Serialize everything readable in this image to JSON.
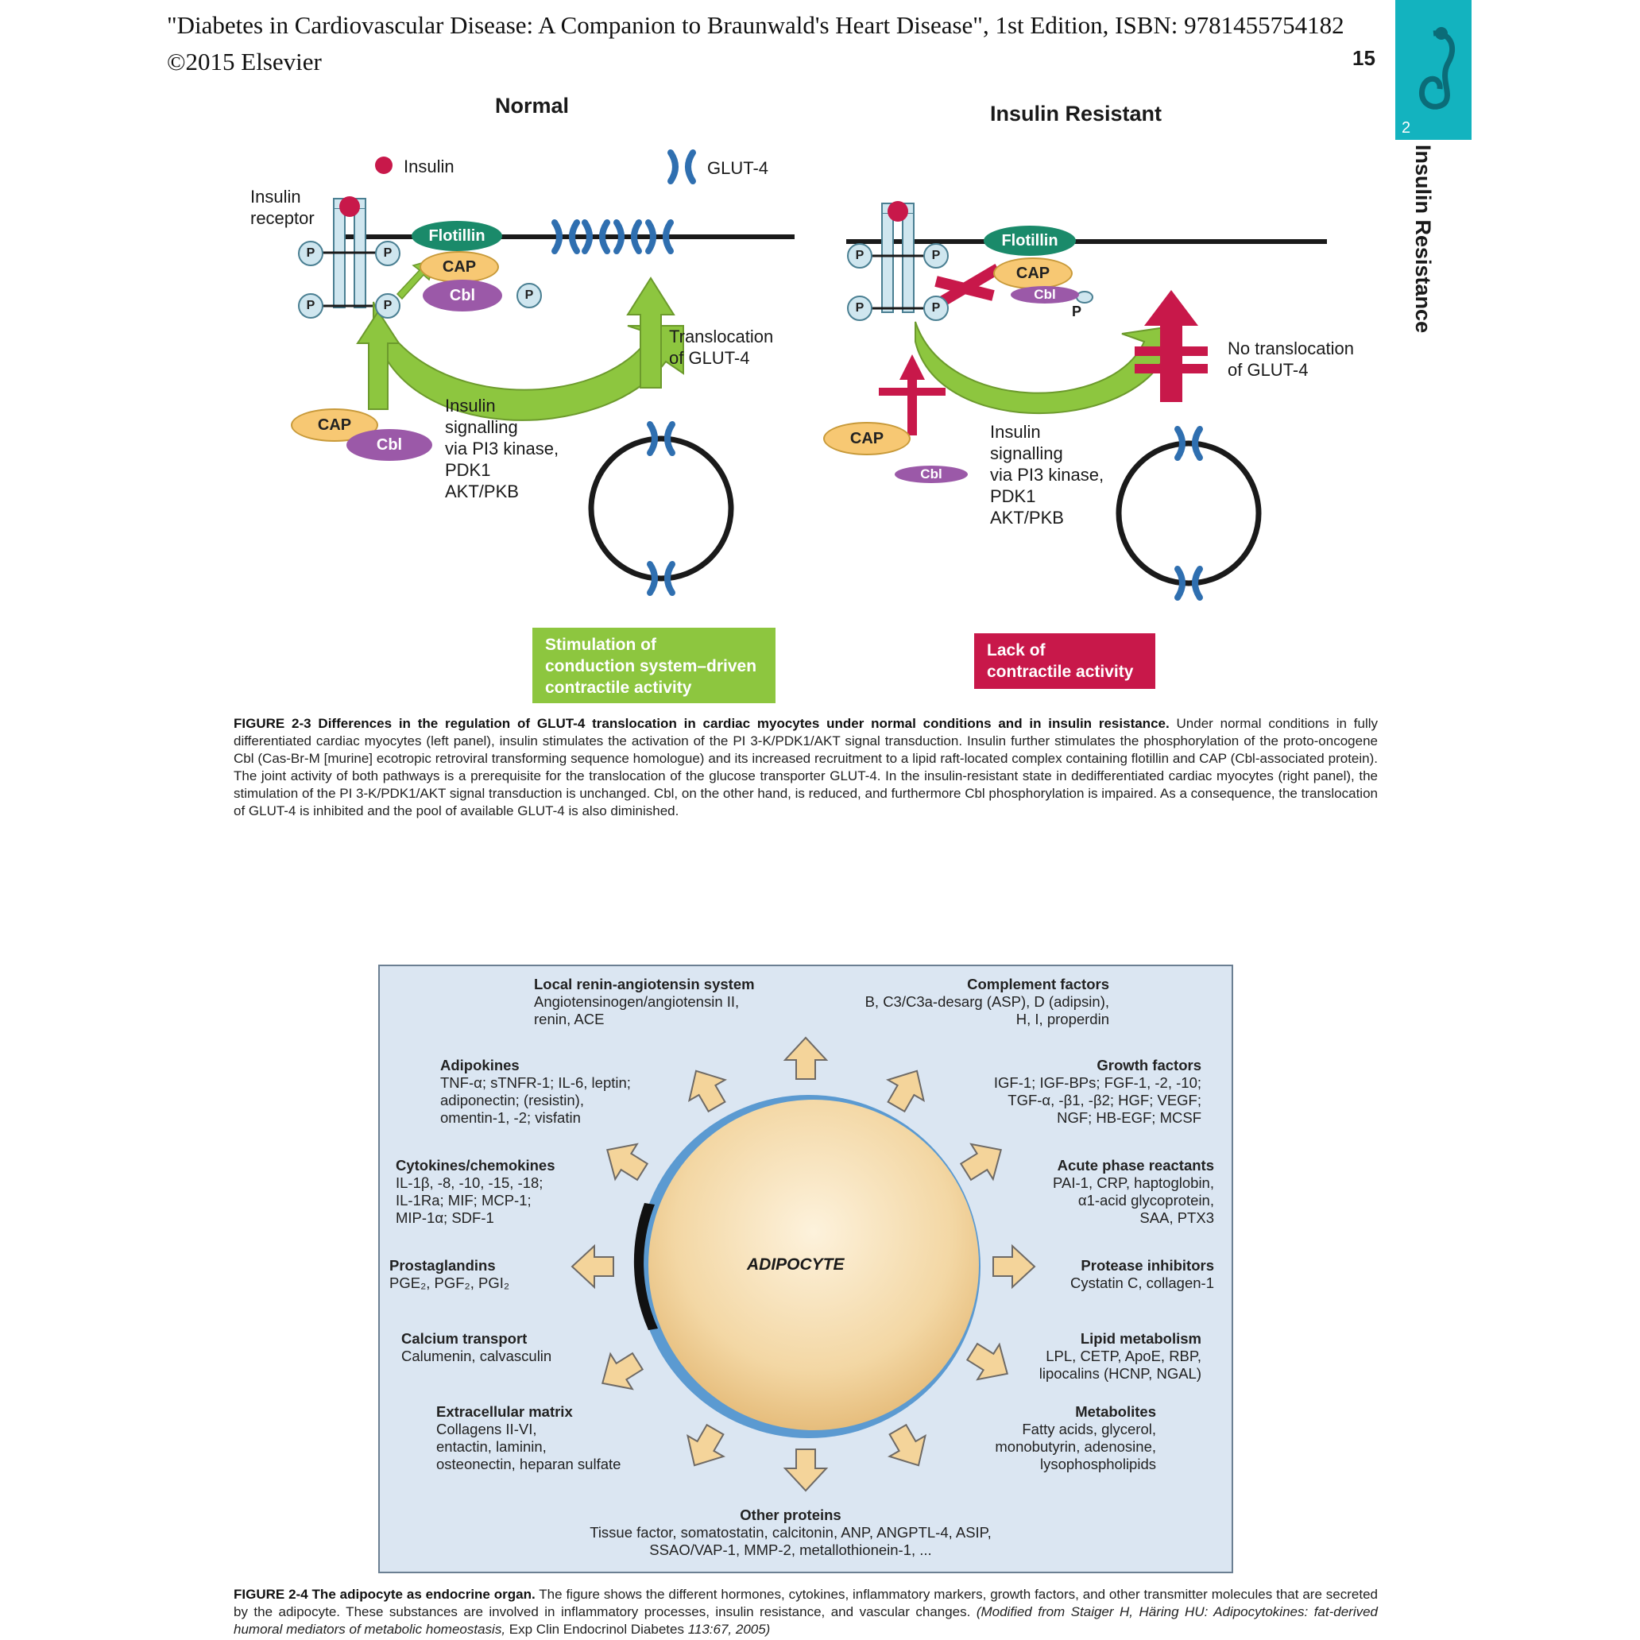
{
  "header": {
    "line1": "\"Diabetes in Cardiovascular Disease: A Companion to Braunwald's Heart Disease\", 1st Edition, ISBN: 9781455754182",
    "line2": "©2015 Elsevier",
    "page_number": "15",
    "chapter_number": "2",
    "chapter_title": "Insulin Resistance"
  },
  "figure3": {
    "normal": {
      "title": "Normal",
      "insulin_legend": "Insulin",
      "glut4_legend": "GLUT-4",
      "receptor_label_1": "Insulin",
      "receptor_label_2": "receptor",
      "flotillin": "Flotillin",
      "cap": "CAP",
      "cbl": "Cbl",
      "p": "P",
      "translocation_1": "Translocation",
      "translocation_2": "of GLUT-4",
      "signalling": [
        "Insulin",
        "signalling",
        "via PI3 kinase,",
        "PDK1",
        "AKT/PKB"
      ],
      "box_lines": [
        "Stimulation of",
        "conduction system–driven",
        "contractile activity"
      ]
    },
    "resistant": {
      "title": "Insulin Resistant",
      "flotillin": "Flotillin",
      "cap": "CAP",
      "cbl": "Cbl",
      "p": "P",
      "no_translocation_1": "No translocation",
      "no_translocation_2": "of GLUT-4",
      "signalling": [
        "Insulin",
        "signalling",
        "via PI3 kinase,",
        "PDK1",
        "AKT/PKB"
      ],
      "box_lines": [
        "Lack of",
        "contractile activity"
      ]
    },
    "caption_label": "FIGURE 2-3",
    "caption_title": "Differences in the regulation of GLUT-4 translocation in cardiac myocytes under normal conditions and in insulin resistance.",
    "caption_body": "Under normal conditions in fully differentiated cardiac myocytes (left panel), insulin stimulates the activation of the PI 3-K/PDK1/AKT signal transduction. Insulin further stimulates the phosphorylation of the proto-oncogene Cbl (Cas-Br-M [murine] ecotropic retroviral transforming sequence homologue) and its increased recruitment to a lipid raft-located complex containing flotillin and CAP (Cbl-associated protein). The joint activity of both pathways is a prerequisite for the translocation of the glucose transporter GLUT-4. In the insulin-resistant state in dedifferentiated cardiac myocytes (right panel), the stimulation of the PI 3-K/PDK1/AKT signal transduction is unchanged. Cbl, on the other hand, is reduced, and furthermore Cbl phosphorylation is impaired. As a consequence, the translocation of GLUT-4 is inhibited and the pool of available GLUT-4 is also diminished."
  },
  "figure4": {
    "center_label": "ADIPOCYTE",
    "groups": {
      "ras": {
        "title": "Local renin-angiotensin system",
        "lines": [
          "Angiotensinogen/angiotensin II,",
          "renin, ACE"
        ]
      },
      "complement": {
        "title": "Complement factors",
        "lines": [
          "B, C3/C3a-desarg (ASP), D (adipsin),",
          "H, I, properdin"
        ]
      },
      "adipokines": {
        "title": "Adipokines",
        "lines": [
          "TNF-α; sTNFR-1; IL-6, leptin;",
          "adiponectin; (resistin),",
          "omentin-1, -2; visfatin"
        ]
      },
      "growth": {
        "title": "Growth factors",
        "lines": [
          "IGF-1; IGF-BPs; FGF-1, -2, -10;",
          "TGF-α, -β1,  -β2; HGF; VEGF;",
          "NGF; HB-EGF; MCSF"
        ]
      },
      "cytokines": {
        "title": "Cytokines/chemokines",
        "lines": [
          "IL-1β, -8, -10, -15, -18;",
          "IL-1Ra; MIF; MCP-1;",
          "MIP-1α; SDF-1"
        ]
      },
      "acute": {
        "title": "Acute phase reactants",
        "lines": [
          "PAI-1, CRP, haptoglobin,",
          "α1-acid glycoprotein,",
          "SAA, PTX3"
        ]
      },
      "prosta": {
        "title": "Prostaglandins",
        "lines": [
          "PGE₂, PGF₂, PGI₂"
        ]
      },
      "protease": {
        "title": "Protease inhibitors",
        "lines": [
          "Cystatin C, collagen-1"
        ]
      },
      "calcium": {
        "title": "Calcium transport",
        "lines": [
          "Calumenin, calvasculin"
        ]
      },
      "lipid": {
        "title": "Lipid metabolism",
        "lines": [
          "LPL, CETP, ApoE, RBP,",
          "lipocalins (HCNP, NGAL)"
        ]
      },
      "ecm": {
        "title": "Extracellular matrix",
        "lines": [
          "Collagens II-VI,",
          "entactin, laminin,",
          "osteonectin, heparan sulfate"
        ]
      },
      "metabolites": {
        "title": "Metabolites",
        "lines": [
          "Fatty acids, glycerol,",
          "monobutyrin, adenosine,",
          "lysophospholipids"
        ]
      },
      "other": {
        "title": "Other proteins",
        "lines": [
          "Tissue factor, somatostatin, calcitonin, ANP, ANGPTL-4, ASIP,",
          "SSAO/VAP-1, MMP-2, metallothionein-1, ..."
        ]
      }
    },
    "caption_label": "FIGURE 2-4",
    "caption_title": "The adipocyte as endocrine organ.",
    "caption_body": "The figure shows the different hormones, cytokines, inflammatory markers, growth factors, and other transmitter molecules that are secreted by the adipocyte. These substances are involved in inflammatory processes, insulin resistance, and vascular changes.",
    "caption_source": "(Modified from Staiger H, Häring HU: Adipocytokines: fat-derived humoral mediators of metabolic homeostasis,",
    "caption_source_end": "Exp Clin Endocrinol Diabetes",
    "caption_source_cite": "113:67, 2005)"
  },
  "colors": {
    "green": "#8dc63f",
    "red": "#c8184a",
    "teal": "#13b3bf",
    "cap": "#f7c873",
    "cbl": "#9b59a8",
    "flotillin": "#1a8a6a",
    "glut": "#2f6fb0",
    "panel_bg": "#dbe6f2"
  }
}
